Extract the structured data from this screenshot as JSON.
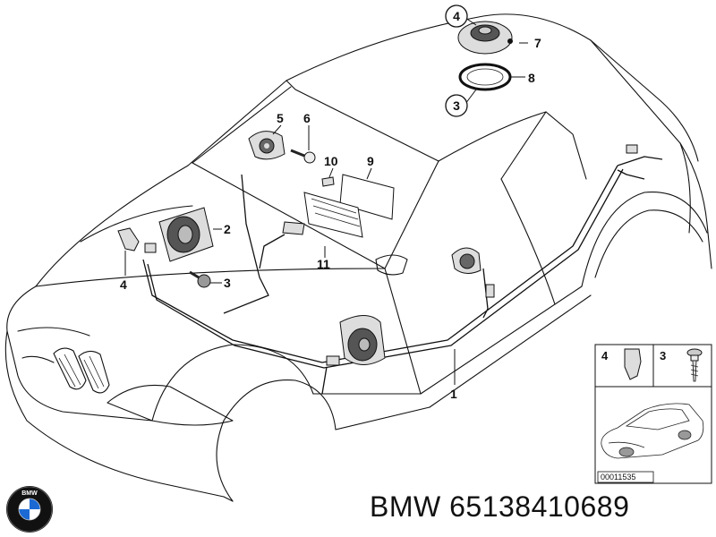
{
  "diagram": {
    "callouts": {
      "c1": "1",
      "c2": "2",
      "c3a": "3",
      "c3b": "3",
      "c4a": "4",
      "c4b": "4",
      "c5": "5",
      "c6": "6",
      "c7": "7",
      "c8": "8",
      "c9": "9",
      "c10": "10",
      "c11": "11"
    },
    "inset": {
      "label_4": "4",
      "label_3": "3",
      "code": "00011535"
    }
  },
  "caption": {
    "brand": "BMW",
    "part_number": "65138410689"
  },
  "logo": {
    "text": "BMW",
    "colors": {
      "blue": "#1c69d4",
      "black": "#111111",
      "white": "#ffffff"
    }
  }
}
